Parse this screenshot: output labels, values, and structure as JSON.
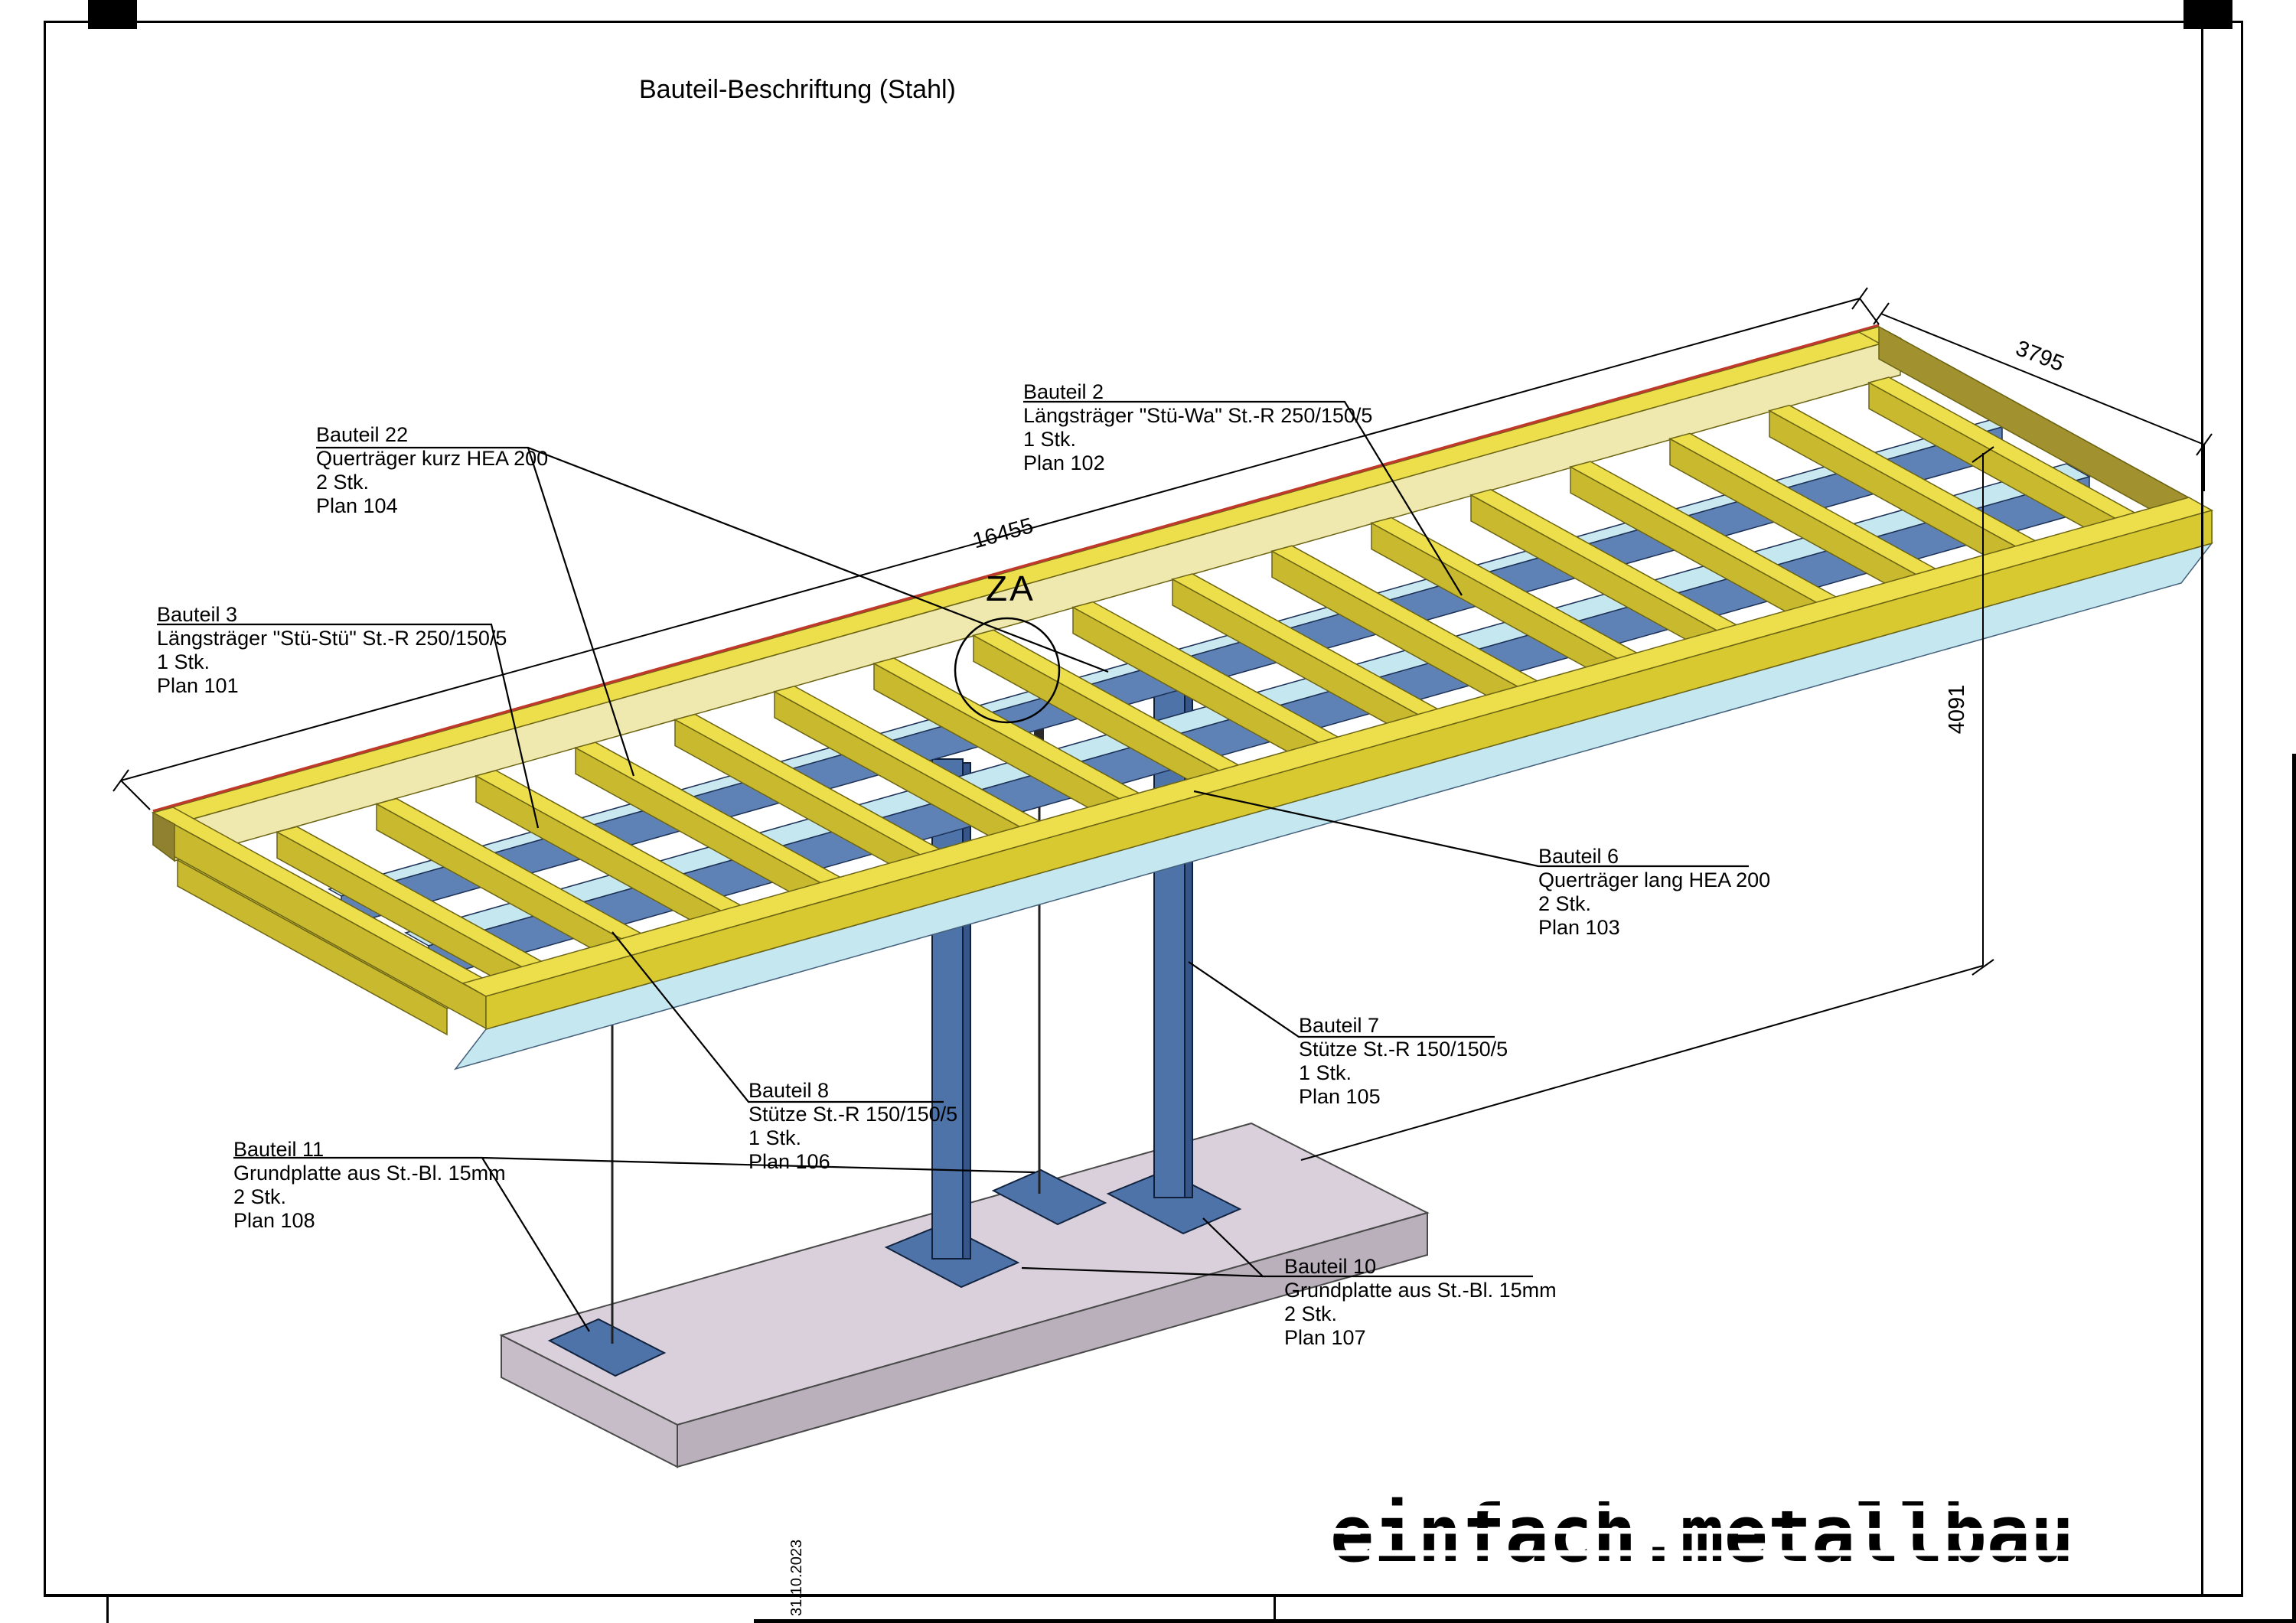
{
  "title": "Bauteil-Beschriftung (Stahl)",
  "detail_marker": "ZA",
  "dimensions": {
    "length": "16455",
    "width": "3795",
    "height": "4091"
  },
  "labels": [
    {
      "id": "bauteil-2",
      "title": "Bauteil 2",
      "spec": "Längsträger \"Stü-Wa\" St.-R 250/150/5",
      "qty": "1 Stk.",
      "plan": "Plan 102"
    },
    {
      "id": "bauteil-22",
      "title": "Bauteil 22",
      "spec": "Querträger kurz HEA 200",
      "qty": "2 Stk.",
      "plan": "Plan 104"
    },
    {
      "id": "bauteil-3",
      "title": "Bauteil 3",
      "spec": "Längsträger \"Stü-Stü\" St.-R 250/150/5",
      "qty": "1 Stk.",
      "plan": "Plan 101"
    },
    {
      "id": "bauteil-6",
      "title": "Bauteil 6",
      "spec": "Querträger lang HEA 200",
      "qty": "2 Stk.",
      "plan": "Plan 103"
    },
    {
      "id": "bauteil-7",
      "title": "Bauteil 7",
      "spec": "Stütze St.-R 150/150/5",
      "qty": "1 Stk.",
      "plan": "Plan 105"
    },
    {
      "id": "bauteil-8",
      "title": "Bauteil 8",
      "spec": "Stütze St.-R 150/150/5",
      "qty": "1 Stk.",
      "plan": "Plan 106"
    },
    {
      "id": "bauteil-11",
      "title": "Bauteil 11",
      "spec": "Grundplatte aus St.-Bl. 15mm",
      "qty": "2 Stk.",
      "plan": "Plan 108"
    },
    {
      "id": "bauteil-10",
      "title": "Bauteil 10",
      "spec": "Grundplatte aus St.-Bl. 15mm",
      "qty": "2 Stk.",
      "plan": "Plan 107"
    }
  ],
  "logo": "einfach.metallbau",
  "date": "31.10.2023",
  "colors": {
    "beam_yellow": "#EDDF4B",
    "beam_yellow_shade": "#C9B92E",
    "beam_yellow_pale": "#EFE8AF",
    "beam_brown": "#A2922F",
    "steel_blue": "#5E82B5",
    "column_blue": "#4E73A8",
    "panel_cyan": "#C5E7F0",
    "slab_gray": "#DAD0DB",
    "edge_red": "#C0392B"
  }
}
